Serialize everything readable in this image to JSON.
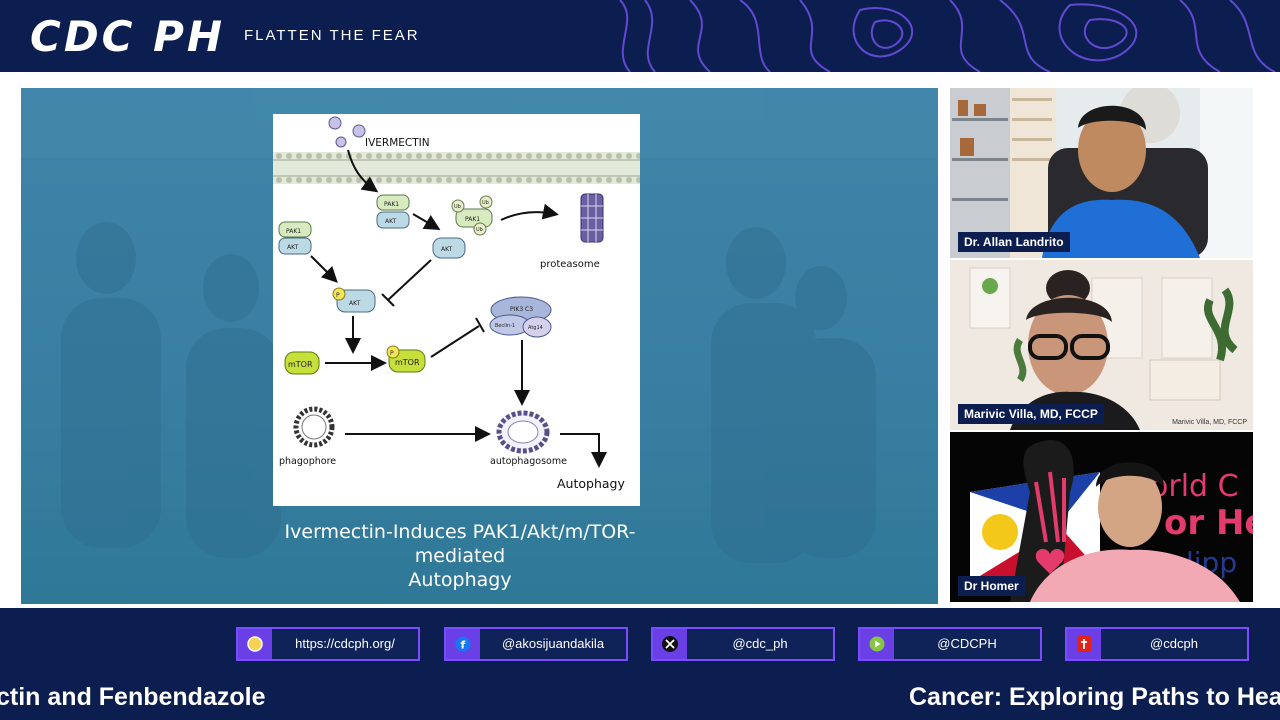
{
  "header": {
    "logo": "CDC PH",
    "tagline": "FLATTEN THE FEAR"
  },
  "slide": {
    "caption_line1": "Ivermectin-Induces PAK1/Akt/m/TOR-",
    "caption_line2": "mediated",
    "caption_line3": "Autophagy",
    "diagram": {
      "ivermectin": "IVERMECTIN",
      "pak1": "PAK1",
      "akt": "AKT",
      "ub": "Ub",
      "proteasome": "proteasome",
      "p": "P",
      "mtor": "mTOR",
      "pik3c3": "PIK3 C3",
      "beclin": "Beclin-1",
      "atg14": "Atg14",
      "phagophore": "phagophore",
      "autophagosome": "autophagosome",
      "autophagy": "Autophagy"
    }
  },
  "participants": [
    {
      "name": "Dr. Allan Landrito"
    },
    {
      "name": "Marivic Villa, MD, FCCP",
      "watermark": "Marivic Villa, MD, FCCP"
    },
    {
      "name": "Dr Homer",
      "banner": "orld C",
      "banner2": "or He",
      "banner3": "lipp"
    }
  ],
  "footer": {
    "socials": [
      {
        "icon": "globe-icon",
        "label": "https://cdcph.org/"
      },
      {
        "icon": "facebook-icon",
        "label": "@akosijuandakila"
      },
      {
        "icon": "x-icon",
        "label": "@cdc_ph"
      },
      {
        "icon": "rumble-icon",
        "label": "@CDCPH"
      },
      {
        "icon": "gettr-icon",
        "label": "@cdcph"
      }
    ],
    "ticker_left": "ctin and Fenbendazole",
    "ticker_right": "Cancer: Exploring Paths to Heal"
  },
  "colors": {
    "navy": "#0c1d4f",
    "accent": "#7a4cff",
    "slide_blue": "#3f84a8"
  }
}
